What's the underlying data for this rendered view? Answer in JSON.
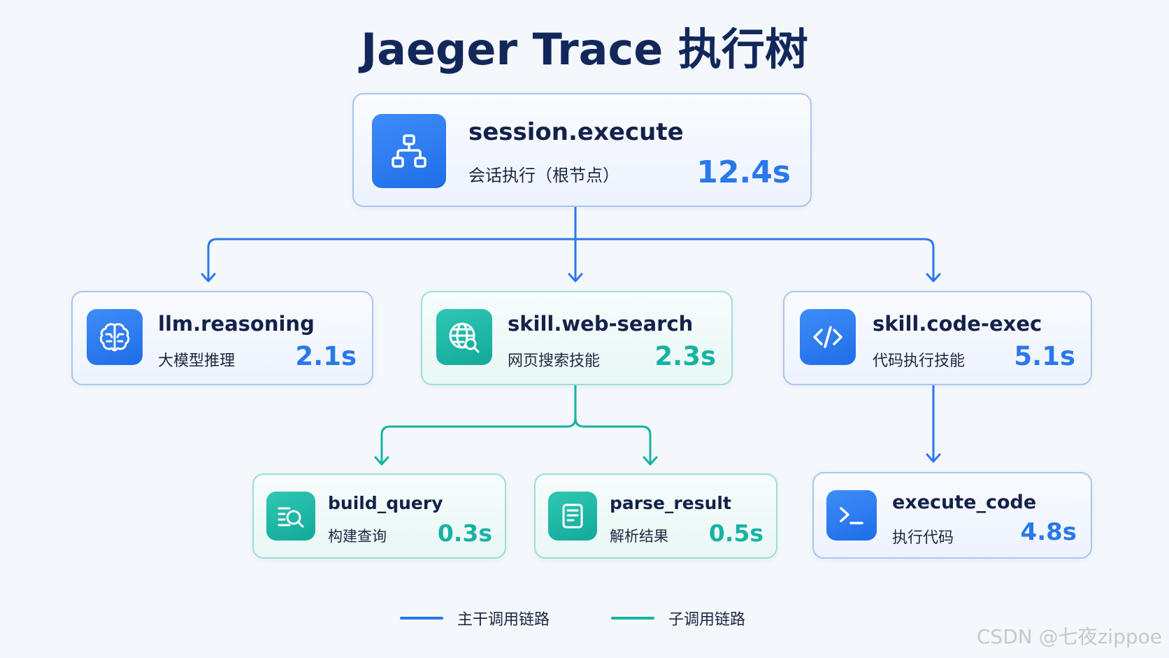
{
  "title": "Jaeger Trace 执行树",
  "colors": {
    "main_link": "#2a78ea",
    "sub_link": "#17b2a2",
    "title": "#13285a"
  },
  "nodes": {
    "root": {
      "name": "session.execute",
      "desc": "会话执行（根节点）",
      "time": "12.4s",
      "icon": "hierarchy-icon"
    },
    "llm": {
      "name": "llm.reasoning",
      "desc": "大模型推理",
      "time": "2.1s",
      "icon": "brain-icon"
    },
    "web_search": {
      "name": "skill.web-search",
      "desc": "网页搜索技能",
      "time": "2.3s",
      "icon": "globe-search-icon"
    },
    "code_exec": {
      "name": "skill.code-exec",
      "desc": "代码执行技能",
      "time": "5.1s",
      "icon": "code-icon"
    },
    "build_query": {
      "name": "build_query",
      "desc": "构建查询",
      "time": "0.3s",
      "icon": "list-search-icon"
    },
    "parse_result": {
      "name": "parse_result",
      "desc": "解析结果",
      "time": "0.5s",
      "icon": "document-icon"
    },
    "execute_code": {
      "name": "execute_code",
      "desc": "执行代码",
      "time": "4.8s",
      "icon": "terminal-icon"
    }
  },
  "legend": {
    "main_label": "主干调用链路",
    "sub_label": "子调用链路"
  },
  "watermark": "CSDN @七夜zippoe"
}
